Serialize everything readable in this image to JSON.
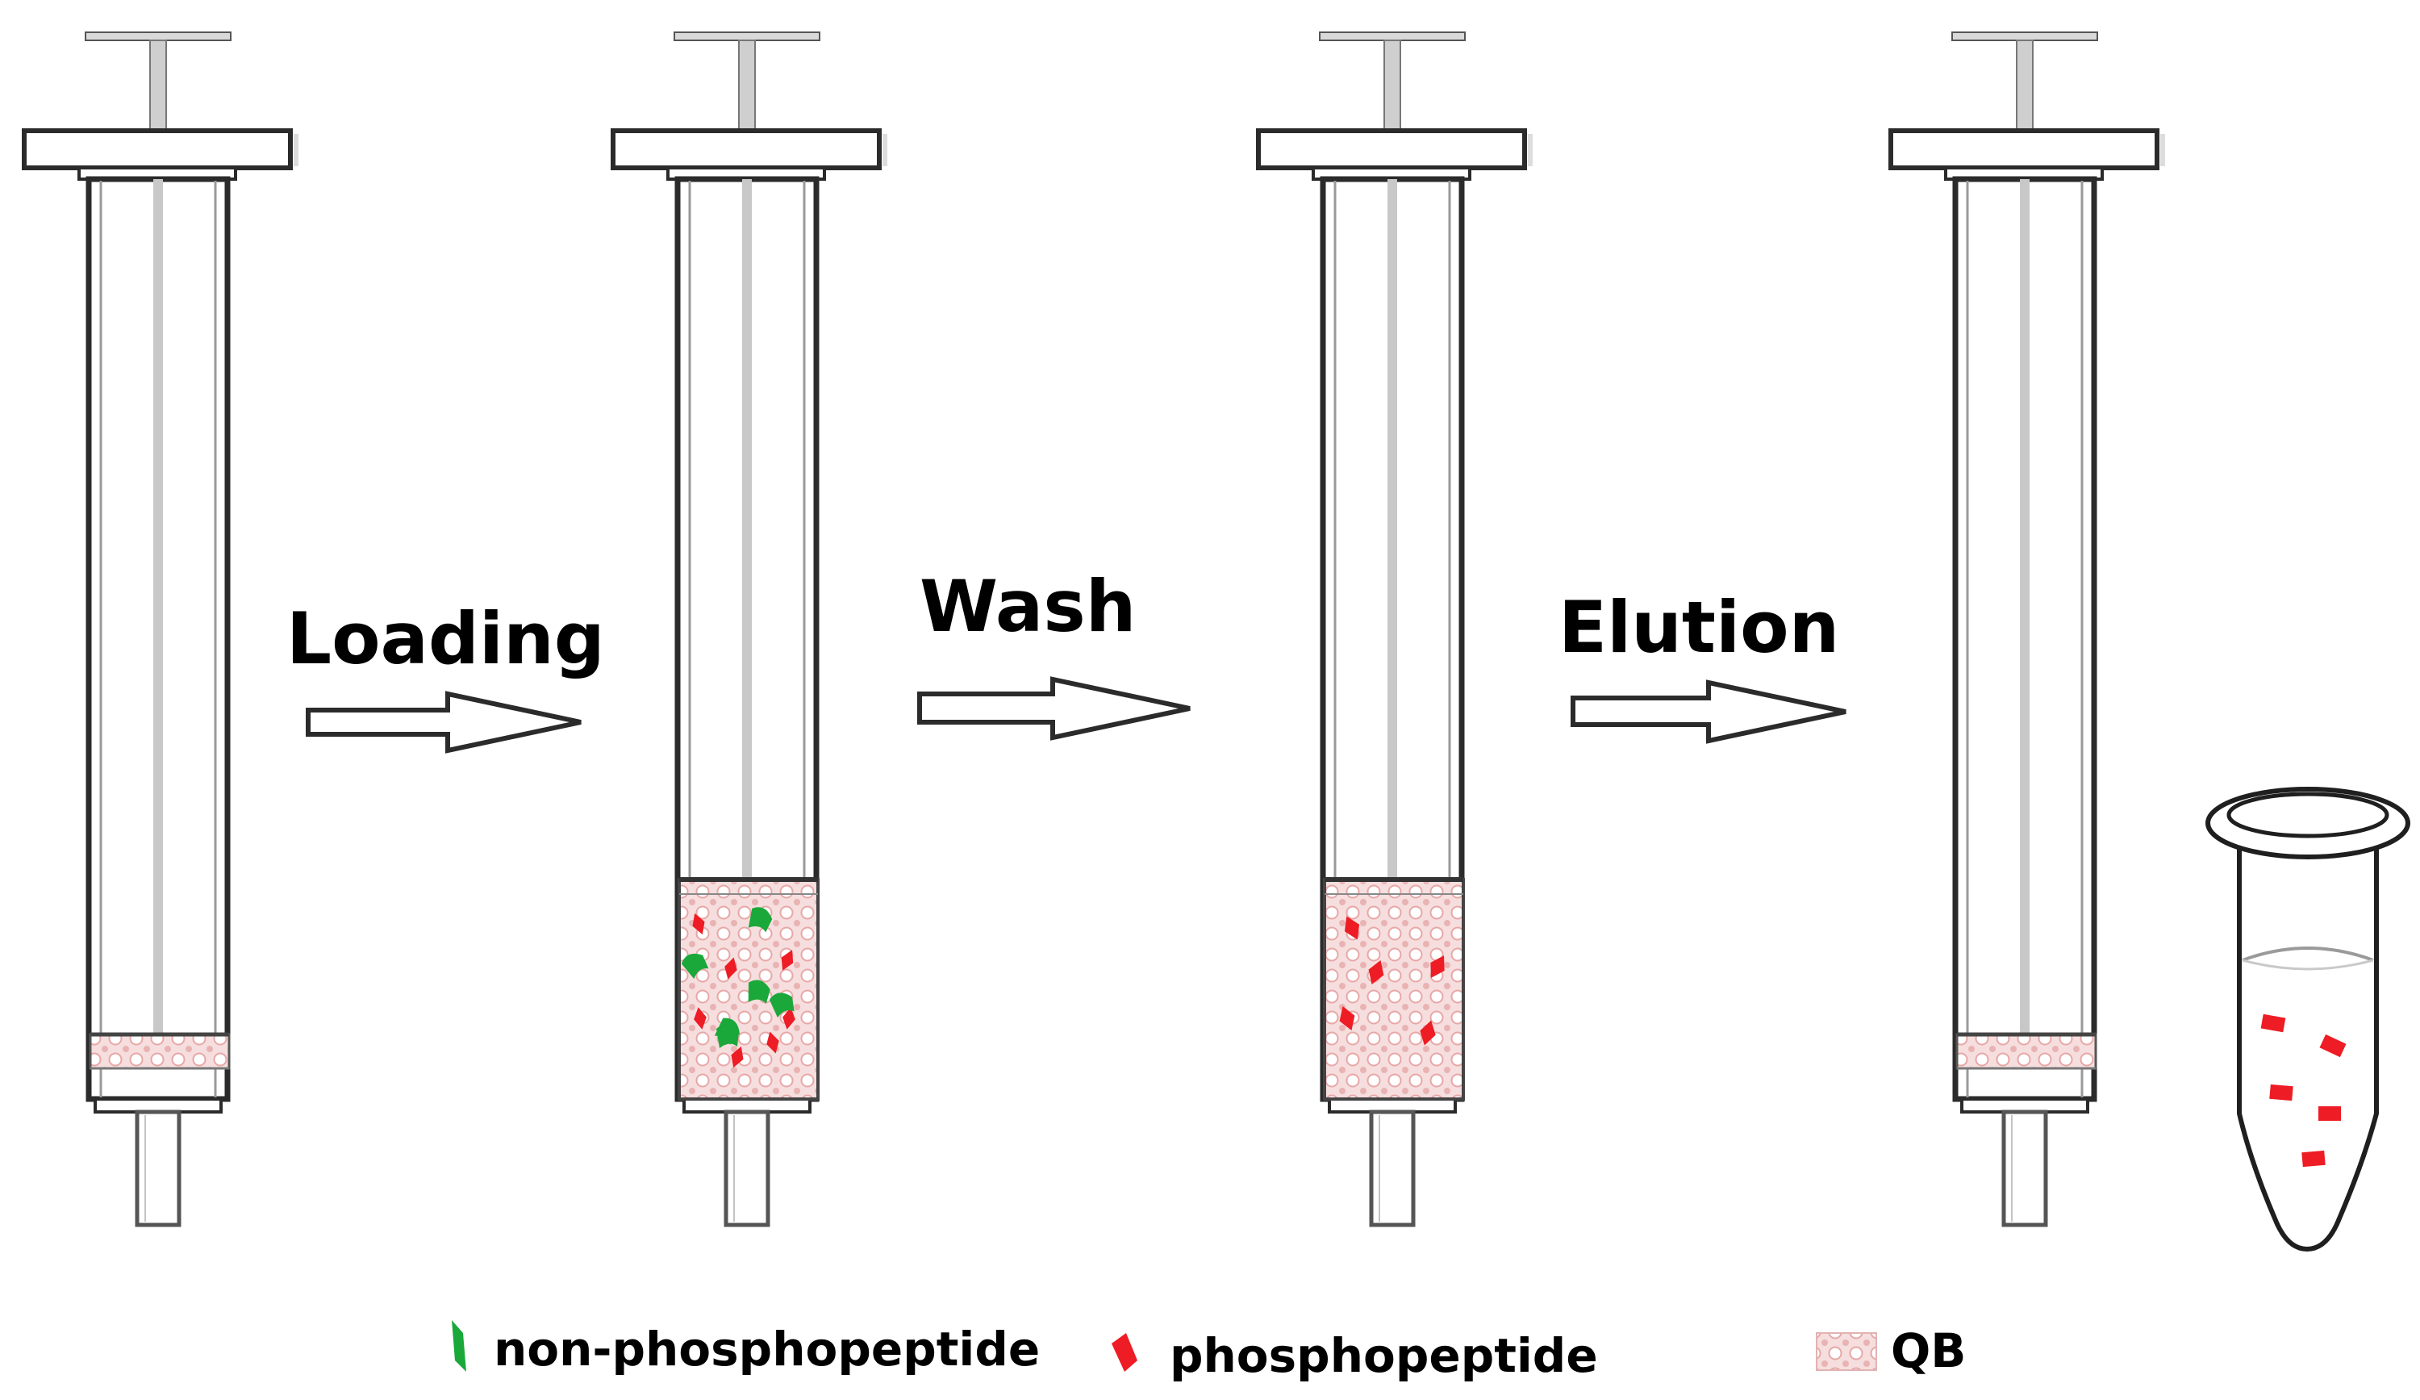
{
  "steps": {
    "loading": "Loading",
    "wash": "Wash",
    "elution": "Elution"
  },
  "legend": {
    "non_phosphopeptide": "non-phosphopeptide",
    "phosphopeptide": "phosphopeptide",
    "qb": "QB"
  },
  "colors": {
    "non_phosphopeptide": "#1aa83a",
    "phosphopeptide": "#ee1c24",
    "qb_material": "#f2c9c9",
    "outline": "#2b2b2b",
    "plunger_rod": "#c8c8c8"
  }
}
